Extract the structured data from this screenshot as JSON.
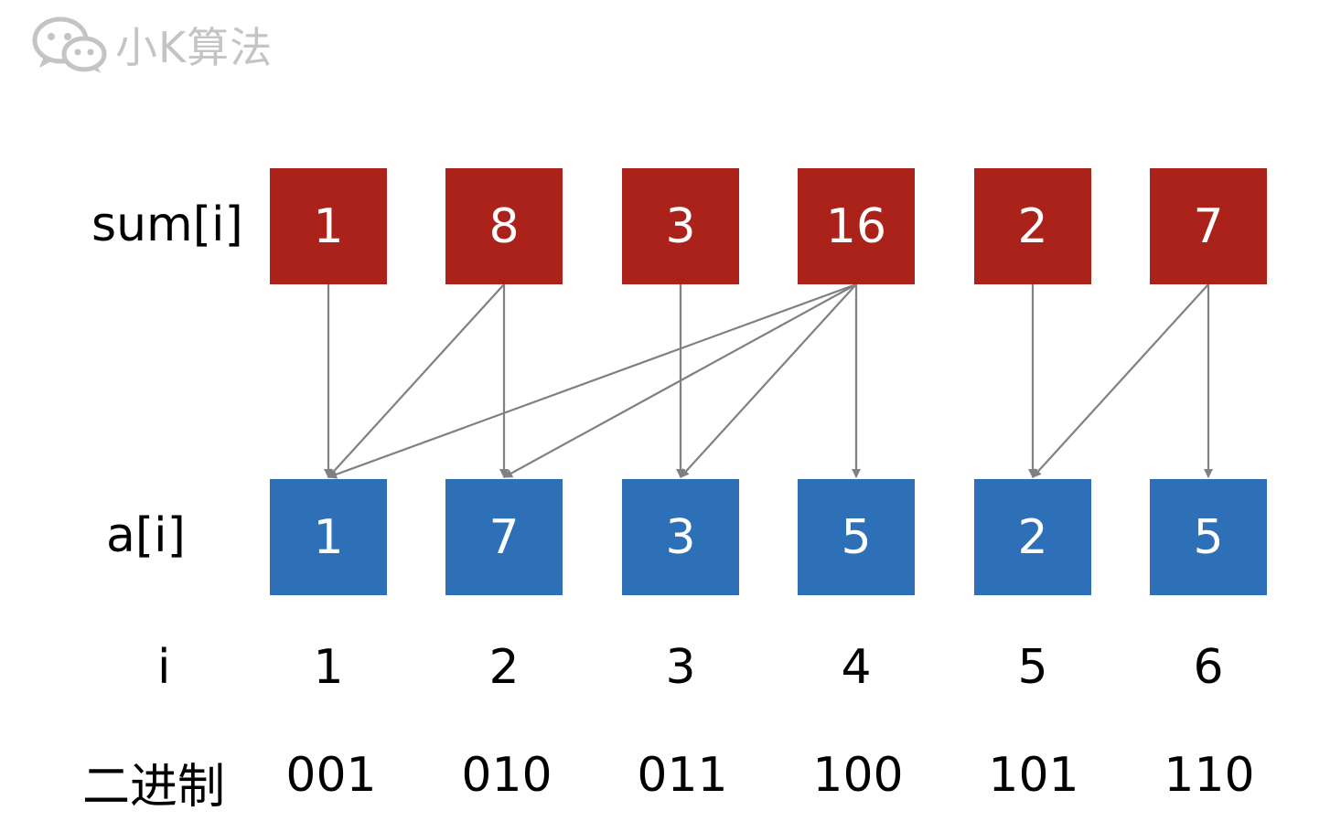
{
  "watermark": {
    "text": "小K算法",
    "icon": "wechat-icon"
  },
  "rows": {
    "sum_label": "sum[i]",
    "a_label": "a[i]",
    "i_label": "i",
    "bin_label": "二进制"
  },
  "sum": [
    "1",
    "8",
    "3",
    "16",
    "2",
    "7"
  ],
  "a": [
    "1",
    "7",
    "3",
    "5",
    "2",
    "5"
  ],
  "i": [
    "1",
    "2",
    "3",
    "4",
    "5",
    "6"
  ],
  "binary": [
    "001",
    "010",
    "011",
    "100",
    "101",
    "110"
  ],
  "edges": [
    [
      1,
      1
    ],
    [
      2,
      1
    ],
    [
      2,
      2
    ],
    [
      3,
      3
    ],
    [
      4,
      1
    ],
    [
      4,
      2
    ],
    [
      4,
      3
    ],
    [
      4,
      4
    ],
    [
      5,
      5
    ],
    [
      6,
      5
    ],
    [
      6,
      6
    ]
  ],
  "colors": {
    "sum_box": "#ab221b",
    "a_box": "#2e70b8",
    "arrow": "#808080",
    "watermark": "#c4c4c4"
  }
}
